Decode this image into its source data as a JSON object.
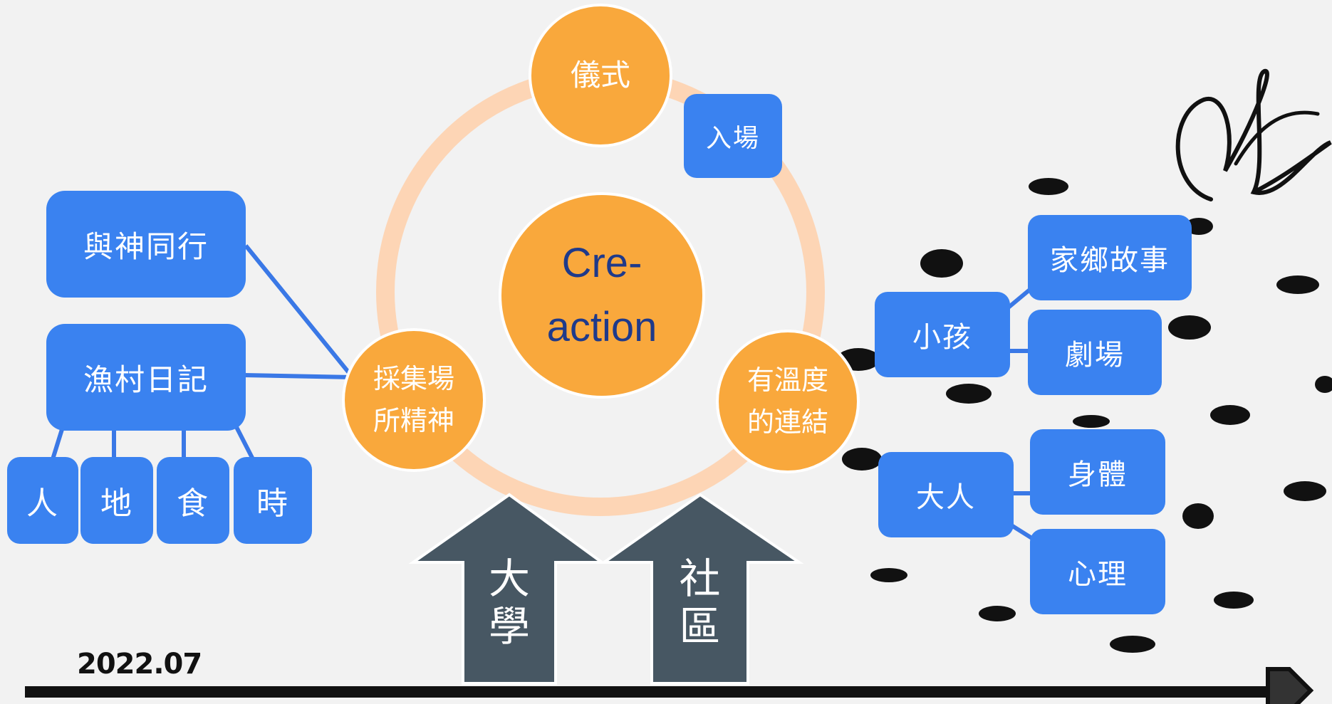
{
  "center": {
    "line1": "Cre-",
    "line2": "action"
  },
  "nodes": {
    "top": "儀式",
    "left": {
      "line1": "採集場",
      "line2": "所精神"
    },
    "right": {
      "line1": "有溫度",
      "line2": "的連結"
    }
  },
  "entry_box": "入場",
  "left_tree": {
    "boxes": [
      "與神同行",
      "漁村日記"
    ],
    "sub_boxes": [
      "人",
      "地",
      "食",
      "時"
    ]
  },
  "right_tree": {
    "groups": [
      {
        "label": "小孩",
        "children": [
          "家鄉故事",
          "劇場"
        ]
      },
      {
        "label": "大人",
        "children": [
          "身體",
          "心理"
        ]
      }
    ]
  },
  "arrows": [
    {
      "label_line1": "大",
      "label_line2": "學"
    },
    {
      "label_line1": "社",
      "label_line2": "區"
    }
  ],
  "timeline": {
    "date": "2022.07"
  },
  "colors": {
    "background": "#f2f2f2",
    "orange": "#f9a83c",
    "ring": "#fdd5b5",
    "blue_box": "#3a82f0",
    "connector": "#3a78e6",
    "arrow": "#475763",
    "center_text": "#1f3a8a"
  }
}
